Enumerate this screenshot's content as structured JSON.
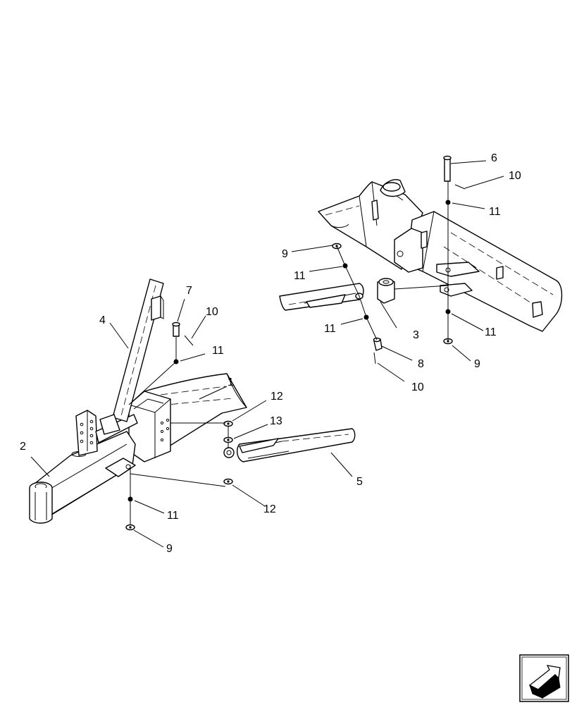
{
  "callouts": {
    "c1": "1",
    "c2": "2",
    "c3": "3",
    "c4": "4",
    "c5": "5",
    "c6": "6",
    "c7": "7",
    "c8": "8",
    "c9a": "9",
    "c9b": "9",
    "c9c": "9",
    "c10a": "10",
    "c10b": "10",
    "c10c": "10",
    "c11a": "11",
    "c11b": "11",
    "c11c": "11",
    "c11d": "11",
    "c11e": "11",
    "c12a": "12",
    "c12b": "12",
    "c13": "13"
  },
  "colors": {
    "line": "#000000",
    "background": "#ffffff"
  },
  "icons": {
    "navigation": "exploded-view-arrow-icon"
  }
}
